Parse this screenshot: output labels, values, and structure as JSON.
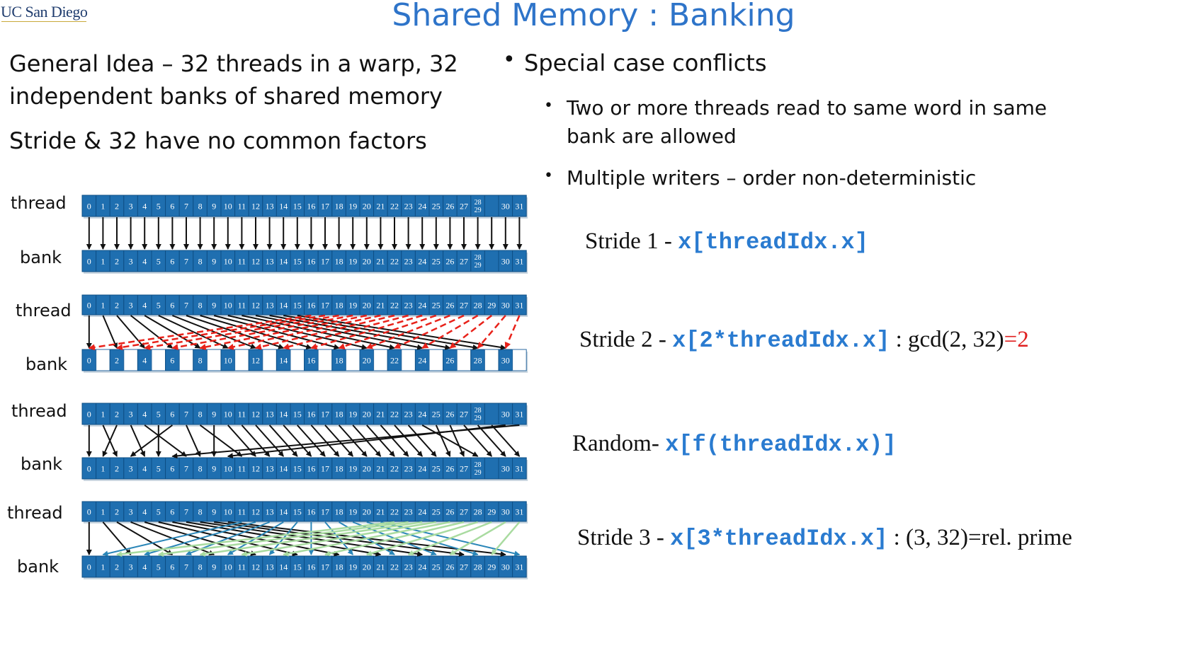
{
  "header": {
    "logo": "UC San Diego",
    "title": "Shared Memory : Banking"
  },
  "left": {
    "line1": "General Idea – 32 threads in a warp, 32",
    "line2": "independent banks of shared memory",
    "line3": "Stride & 32 have no common factors"
  },
  "right": {
    "bullet1": "Special case conflicts",
    "sub1_line1": "Two or more  threads read to same word in same",
    "sub1_line2": "bank are allowed",
    "sub2": "Multiple writers – order non-deterministic"
  },
  "labels": {
    "thread": "thread",
    "bank": "bank"
  },
  "accesses": [
    {
      "prefix": "Stride 1 - ",
      "code": "x[threadIdx.x]",
      "suffix": "",
      "suffix_red": ""
    },
    {
      "prefix": "Stride 2 - ",
      "code": "x[2*threadIdx.x]",
      "suffix": " : gcd(2, 32)",
      "suffix_red": "=2"
    },
    {
      "prefix": "Random- ",
      "code": "x[f(threadIdx.x)]",
      "suffix": "",
      "suffix_red": ""
    },
    {
      "prefix": "Stride 3 - ",
      "code": "x[3*threadIdx.x]",
      "suffix": "  : (3, 32)=rel. prime",
      "suffix_red": ""
    }
  ],
  "panels": [
    {
      "name": "stride1",
      "thread_labels_merged_28_29": true,
      "bank_mode": "full",
      "mapping": "identity"
    },
    {
      "name": "stride2",
      "thread_labels_merged_28_29": false,
      "bank_mode": "even-only",
      "mapping": "2i mod 32"
    },
    {
      "name": "random",
      "thread_labels_merged_28_29": true,
      "bank_mode": "full",
      "mapping": "random"
    },
    {
      "name": "stride3",
      "thread_labels_merged_28_29": false,
      "bank_mode": "full",
      "mapping": "3i mod 32"
    }
  ],
  "random_map": [
    0,
    2,
    1,
    4,
    7,
    5,
    3,
    8,
    11,
    9,
    12,
    13,
    14,
    15,
    16,
    17,
    18,
    19,
    20,
    21,
    22,
    23,
    24,
    25,
    28,
    26,
    27,
    29,
    30,
    31,
    10,
    6
  ],
  "colors": {
    "cell": "#1f6fb0",
    "cell_border": "#0e4f86",
    "arrow": "#111111",
    "stride2_wrap": "#e8221a",
    "stride3_wrap1": "#2a86b8",
    "stride3_wrap2": "#a9dba0",
    "title": "#2e74c9",
    "code": "#2a7bd0"
  }
}
